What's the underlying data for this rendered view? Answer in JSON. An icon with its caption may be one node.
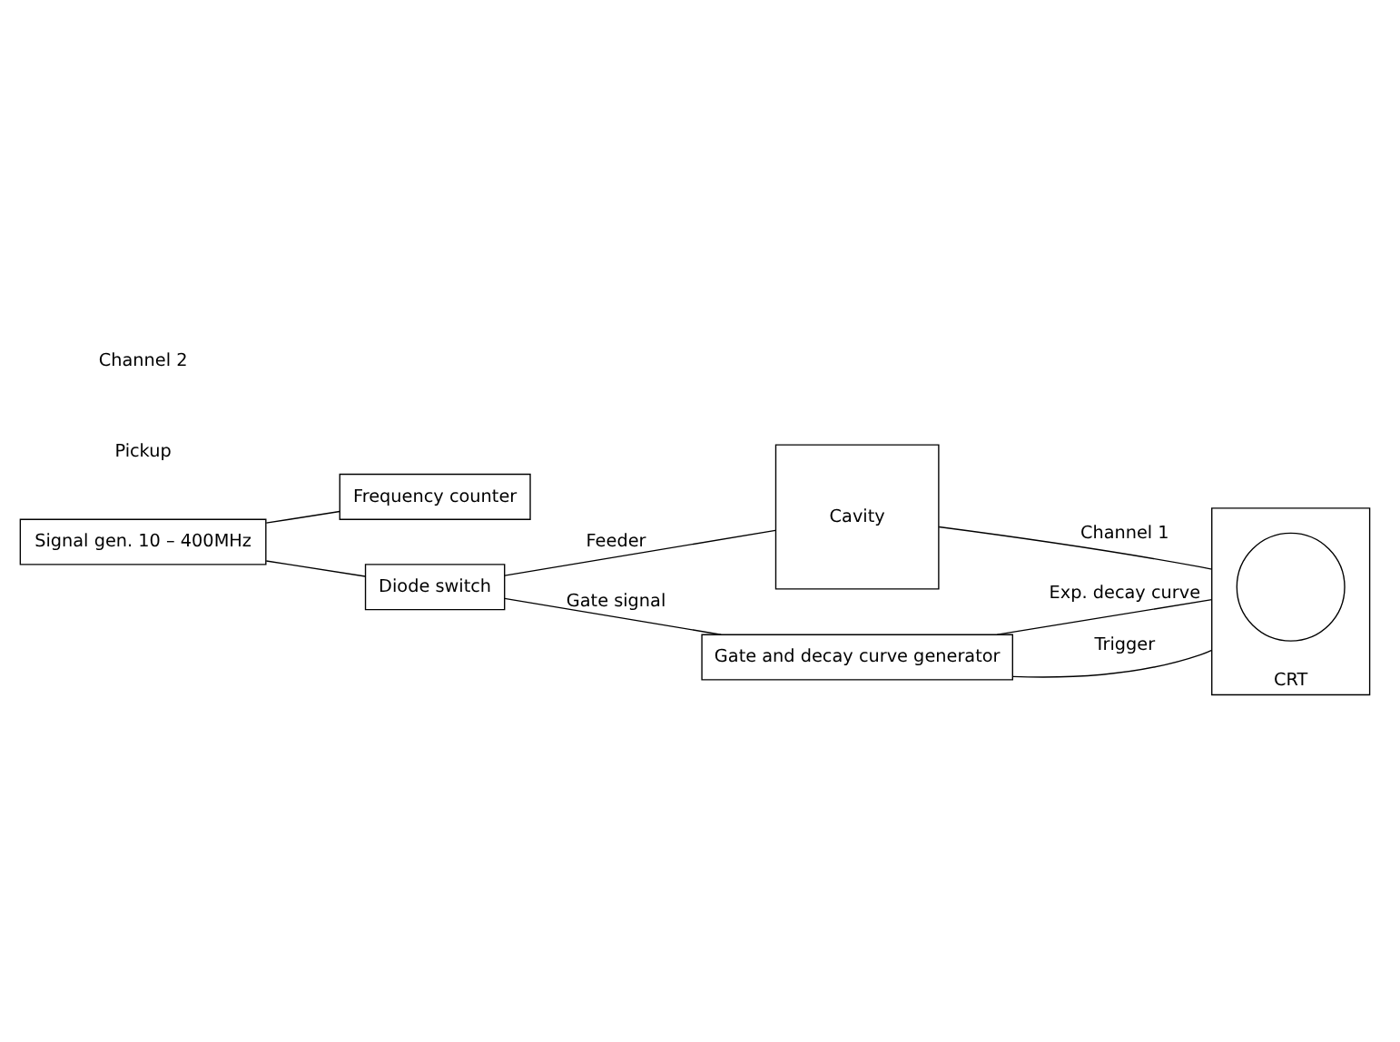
{
  "diagram": {
    "nodes": [
      {
        "text": [
          "Signal gen. 10 – 400MHz"
        ]
      },
      {
        "text": [
          "Frequency counter"
        ]
      },
      {
        "text": [
          "Diode switch"
        ]
      },
      {
        "text": [
          "Cavity"
        ]
      },
      {
        "text": [
          "Gate and decay curve generator"
        ]
      },
      {
        "text": [
          "CRT"
        ]
      },
      {
        "text": [],
        "shape": "circle",
        "in": 5
      }
    ],
    "edges": [
      {
        "from": 0,
        "to": 1,
        "arrow": "none"
      },
      {
        "from": 0,
        "to": 2,
        "arrow": "none"
      },
      {
        "from": 2,
        "to": 3,
        "arrow": "none",
        "label": "Feeder"
      },
      {
        "from": 3,
        "to": 5,
        "arrow": "none",
        "label": "Channel 1"
      },
      {
        "from": 2,
        "to": 4,
        "arrow": "none",
        "label": "Gate signal"
      },
      {
        "from": 4,
        "to": 5,
        "arrow": "none",
        "label": "Exp. decay curve"
      },
      {
        "from": 4,
        "to": 5,
        "arrow": "none",
        "label": "Trigger"
      }
    ],
    "labels": [
      "Pickup",
      "Channel 2"
    ]
  }
}
